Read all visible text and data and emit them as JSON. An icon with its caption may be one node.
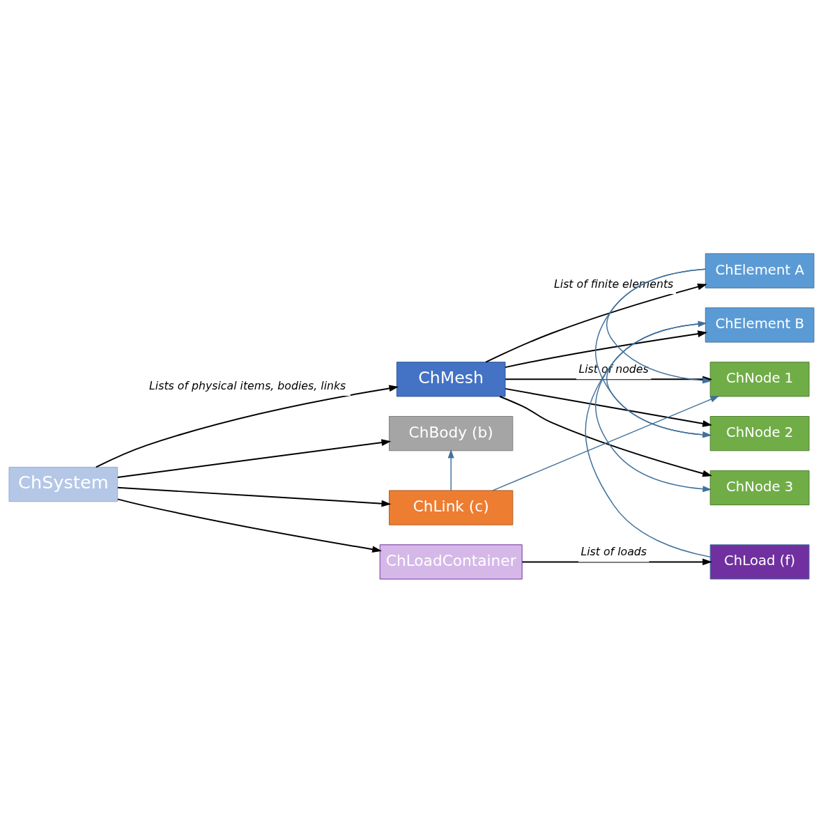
{
  "diagram": {
    "nodes": [
      {
        "text": [
          "ChSystem"
        ]
      },
      {
        "text": [
          "ChMesh"
        ]
      },
      {
        "text": [
          "ChElement A"
        ]
      },
      {
        "text": [
          "ChElement B"
        ]
      },
      {
        "text": [
          "ChNode 1"
        ]
      },
      {
        "text": [
          "ChNode 2"
        ]
      },
      {
        "text": [
          "ChNode 3"
        ]
      },
      {
        "text": [
          "ChBody (b)"
        ]
      },
      {
        "text": [
          "ChLink (c)"
        ]
      },
      {
        "text": [
          "ChLoadContainer"
        ]
      },
      {
        "text": [
          "ChLoad (f)"
        ]
      }
    ],
    "edges": [
      {
        "from": 0,
        "to": 1,
        "arrow": "to",
        "label": "Lists of physical items, bodies, links"
      },
      {
        "from": 0,
        "to": 7,
        "arrow": "to"
      },
      {
        "from": 0,
        "to": 8,
        "arrow": "to"
      },
      {
        "from": 0,
        "to": 9,
        "arrow": "to"
      },
      {
        "from": 1,
        "to": 2,
        "arrow": "to",
        "label": "List of finite elements"
      },
      {
        "from": 1,
        "to": 3,
        "arrow": "to"
      },
      {
        "from": 1,
        "to": 4,
        "arrow": "to",
        "label": "List of nodes"
      },
      {
        "from": 1,
        "to": 5,
        "arrow": "to"
      },
      {
        "from": 1,
        "to": 6,
        "arrow": "to"
      },
      {
        "from": 9,
        "to": 10,
        "arrow": "to",
        "label": "List of loads"
      },
      {
        "from": 2,
        "to": 4,
        "arrow": "to",
        "color": "#41719c"
      },
      {
        "from": 2,
        "to": 5,
        "arrow": "to",
        "color": "#41719c"
      },
      {
        "from": 3,
        "to": 5,
        "arrow": "to",
        "color": "#41719c"
      },
      {
        "from": 3,
        "to": 6,
        "arrow": "to",
        "color": "#41719c"
      },
      {
        "from": 10,
        "to": 3,
        "arrow": "to",
        "color": "#41719c"
      },
      {
        "from": 8,
        "to": 4,
        "arrow": "to",
        "color": "#41719c"
      },
      {
        "from": 8,
        "to": 7,
        "arrow": "to",
        "color": "#41719c"
      }
    ]
  }
}
